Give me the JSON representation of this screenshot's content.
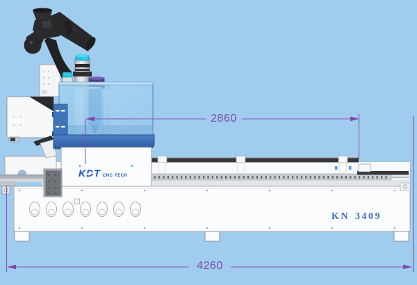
{
  "scene": {
    "background_color": "#A0CDEE",
    "dimension_color": "#7E49AC",
    "enclosure_color": "#8CC2EA",
    "gantry_band_color": "#3A6CB0",
    "cyan_accent_color": "#2BC3E8",
    "description": "Side-view technical diagram of a CNC nesting machine with overall length dimensions"
  },
  "branding": {
    "logo_main": "KDT",
    "logo_sub": "CNC TECH",
    "logo_color": "#1452C4",
    "model_label": "KN 3409",
    "model_color": "#4170C8"
  },
  "dimensions": {
    "working_length": {
      "value": "2860",
      "orientation": "horizontal"
    },
    "overall_length": {
      "value": "4260",
      "orientation": "horizontal"
    }
  }
}
